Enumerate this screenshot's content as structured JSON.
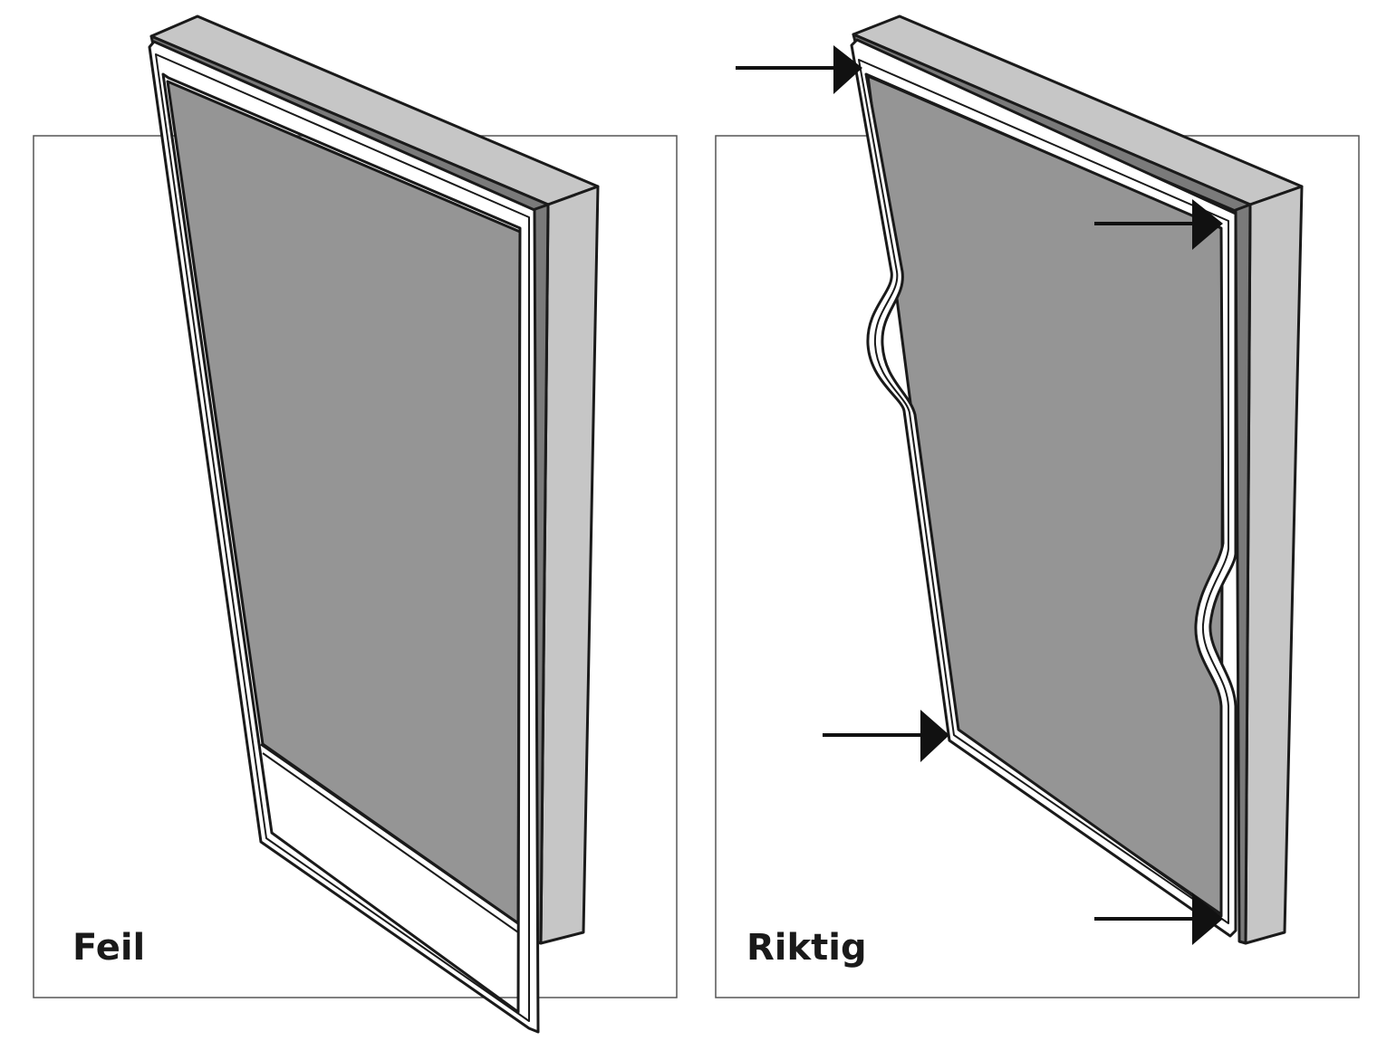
{
  "panels": {
    "wrong": {
      "label": "Feil"
    },
    "right": {
      "label": "Riktig"
    }
  },
  "colors": {
    "outline": "#1a1a1a",
    "frame_body": "#c6c6c6",
    "frame_groove": "#7a7a7a",
    "mesh": "#959595",
    "gasket": "#ffffff",
    "arrow": "#111111",
    "panel_border": "#555555"
  },
  "arrow_count": 4
}
